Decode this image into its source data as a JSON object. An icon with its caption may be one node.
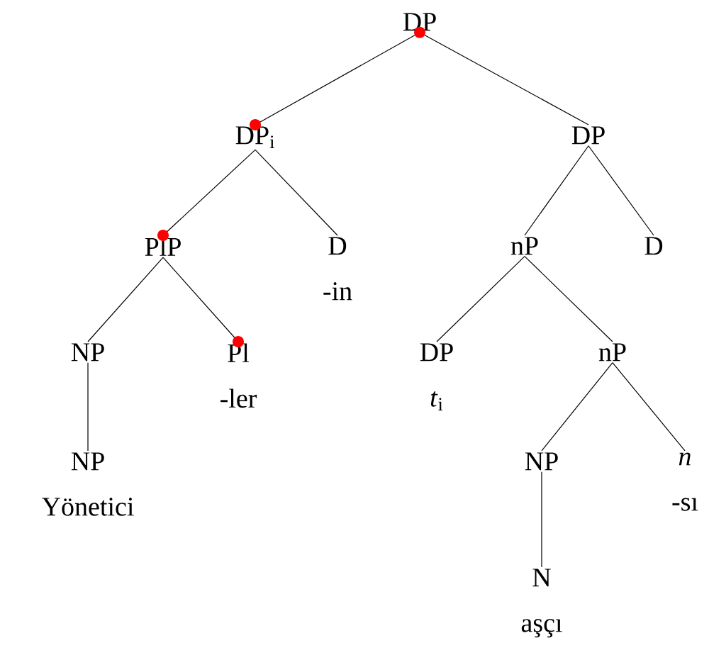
{
  "diagram": {
    "nodes": [
      {
        "text": [
          "DP"
        ]
      },
      {
        "text": [
          "DP$_{i}$"
        ]
      },
      {
        "text": [
          "DP"
        ]
      },
      {
        "text": [
          "PlP"
        ]
      },
      {
        "text": [
          "D",
          "-in"
        ]
      },
      {
        "text": [
          "nP"
        ]
      },
      {
        "text": [
          "D"
        ]
      },
      {
        "text": [
          "NP"
        ]
      },
      {
        "text": [
          "Pl",
          "-ler"
        ]
      },
      {
        "text": [
          "DP",
          "*t*$_{i}$"
        ]
      },
      {
        "text": [
          "nP"
        ]
      },
      {
        "text": [
          "NP",
          "Yönetici"
        ]
      },
      {
        "text": [
          "NP"
        ]
      },
      {
        "text": [
          "n",
          "-sı"
        ]
      },
      {
        "text": [
          "N",
          "aşçı"
        ]
      }
    ],
    "edges": [
      {
        "from": 0,
        "to": 1,
        "arrow": "none"
      },
      {
        "from": 0,
        "to": 2,
        "arrow": "none"
      },
      {
        "from": 1,
        "to": 3,
        "arrow": "none"
      },
      {
        "from": 1,
        "to": 4,
        "arrow": "none"
      },
      {
        "from": 2,
        "to": 5,
        "arrow": "none"
      },
      {
        "from": 2,
        "to": 6,
        "arrow": "none"
      },
      {
        "from": 3,
        "to": 7,
        "arrow": "none"
      },
      {
        "from": 3,
        "to": 8,
        "arrow": "none"
      },
      {
        "from": 5,
        "to": 9,
        "arrow": "none"
      },
      {
        "from": 5,
        "to": 10,
        "arrow": "none"
      },
      {
        "from": 7,
        "to": 11,
        "arrow": "none"
      },
      {
        "from": 10,
        "to": 12,
        "arrow": "none"
      },
      {
        "from": 10,
        "to": 13,
        "arrow": "none"
      },
      {
        "from": 12,
        "to": 14,
        "arrow": "none"
      }
    ]
  }
}
